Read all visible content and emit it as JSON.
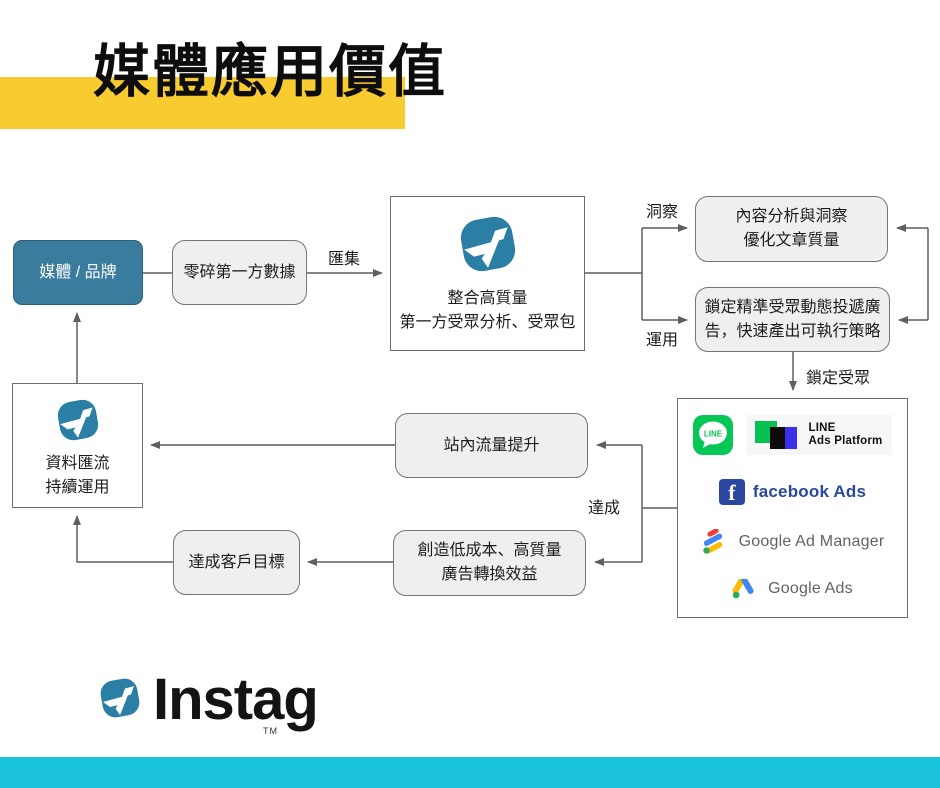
{
  "title": "媒體應用價值",
  "flow": {
    "media_brand": {
      "label": "媒體 / 品牌"
    },
    "fragmented_data": {
      "label": "零碎第一方數據"
    },
    "integration": {
      "line1": "整合高質量",
      "line2": "第一方受眾分析、受眾包"
    },
    "content_analysis": {
      "line1": "內容分析與洞察",
      "line2": "優化文章質量"
    },
    "targeting": {
      "line1": "鎖定精準受眾動態投遞廣",
      "line2": "告，快速產出可執行策略"
    },
    "traffic": {
      "label": "站內流量提升"
    },
    "conversion": {
      "line1": "創造低成本、高質量",
      "line2": "廣告轉換效益"
    },
    "customer_goal": {
      "label": "達成客戶目標"
    },
    "data_flow": {
      "line1": "資料匯流",
      "line2": "持續運用"
    }
  },
  "edge_labels": {
    "aggregate": "匯集",
    "insight": "洞察",
    "apply": "運用",
    "lock_audience": "鎖定受眾",
    "achieve": "達成"
  },
  "platforms": {
    "line_bubble_text": "LINE",
    "line_ads_line1": "LINE",
    "line_ads_line2": "Ads Platform",
    "facebook_initial": "f",
    "facebook_label": "facebook Ads",
    "google_ad_manager_label": "Google Ad Manager",
    "google_ads_label": "Google Ads"
  },
  "footer": {
    "brand": "Instag",
    "tm": "TM"
  },
  "colors": {
    "highlight_yellow": "#F8CC31",
    "bottom_bar_cyan": "#1BC4DA",
    "brand_teal_box": "#3A7C9E",
    "instag_logo_teal": "#2C7FA4",
    "flow_box_gray": "#EFEFEF",
    "arrow_gray": "#5F5F5F",
    "line_green": "#06C152",
    "facebook_blue": "#29479F"
  }
}
